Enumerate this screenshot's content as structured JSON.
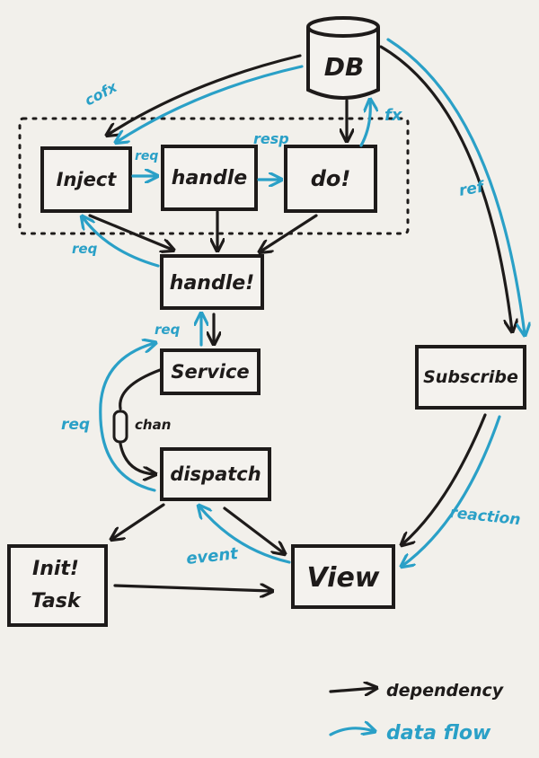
{
  "colors": {
    "dependency": "#1e1b1a",
    "data_flow": "#2aa0c7",
    "paper": "#f2f0eb"
  },
  "nodes": {
    "db": "DB",
    "inject": "Inject",
    "handle": "handle",
    "do": "do!",
    "handle_bang": "handle!",
    "service": "Service",
    "chan": "chan",
    "dispatch": "dispatch",
    "init_task_line1": "Init!",
    "init_task_line2": "Task",
    "view": "View",
    "subscribe": "Subscribe"
  },
  "edge_labels": {
    "cofx": "cofx",
    "fx": "fx",
    "req_inject_handle": "req",
    "resp": "resp",
    "req_handle_inject": "req",
    "req_service": "req",
    "req_chan": "req",
    "event": "event",
    "ref": "ref",
    "reaction": "reaction"
  },
  "legend": {
    "dependency": "dependency",
    "data_flow": "data flow"
  }
}
